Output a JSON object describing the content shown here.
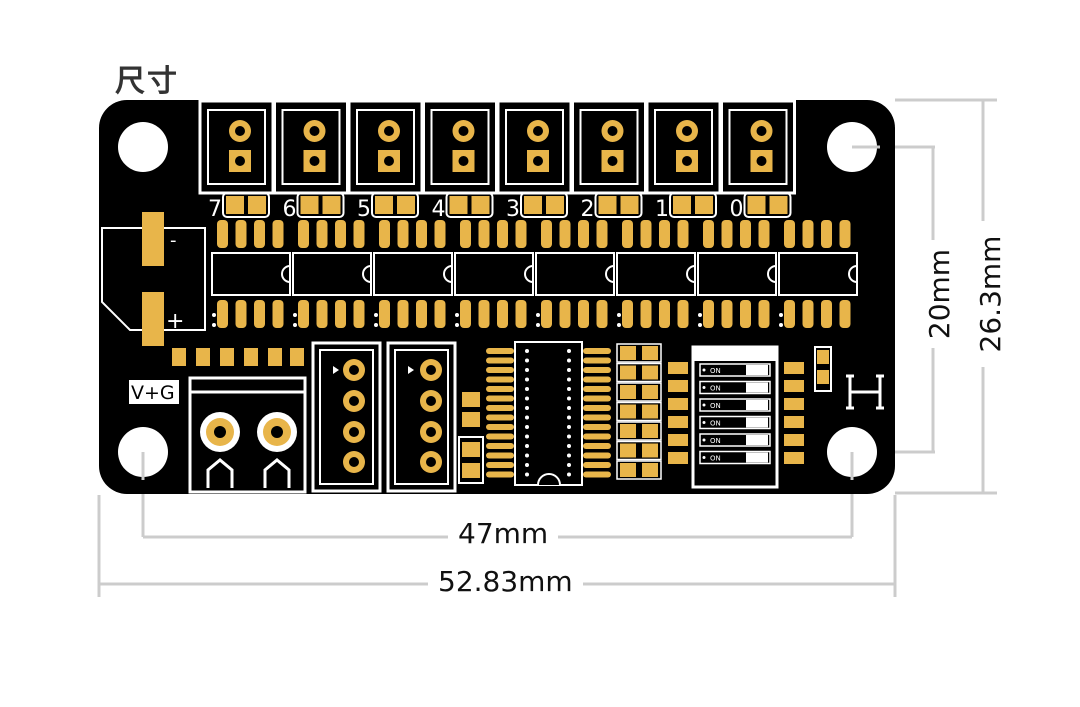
{
  "title": "尺寸",
  "dimensions": {
    "hole_spacing_width": "47mm",
    "board_width": "52.83mm",
    "hole_spacing_height": "20mm",
    "board_height": "26.3mm"
  },
  "channels": [
    "7",
    "6",
    "5",
    "4",
    "3",
    "2",
    "1",
    "0"
  ],
  "power_label": "V+G",
  "capacitor_marks": {
    "top": "-",
    "bottom": "+"
  },
  "dip_switch_label": "ON",
  "colors": {
    "board": "#000000",
    "pad": "#e8b54a",
    "silk": "#ffffff",
    "dim_line": "#cccccc"
  }
}
